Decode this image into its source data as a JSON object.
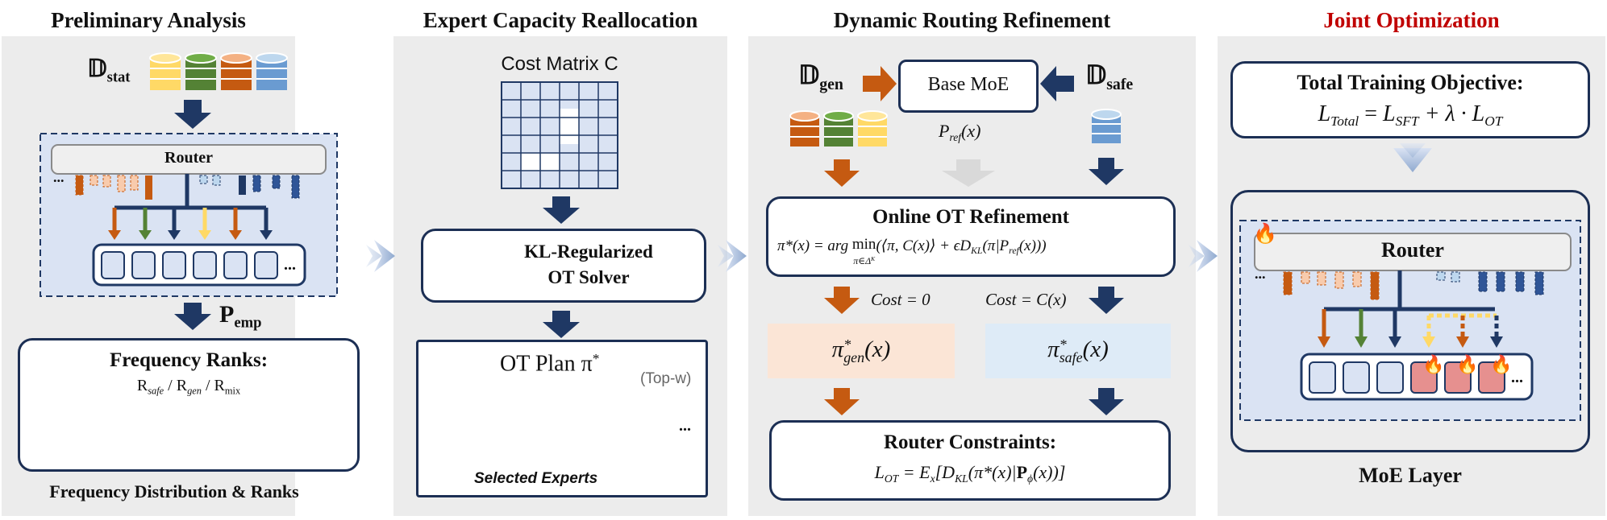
{
  "colors": {
    "navy": "#1c2f54",
    "arrow_navy": "#1f3864",
    "orange": "#c55a11",
    "green": "#548235",
    "yellow": "#ffd966",
    "blue_db": "#6a9bd1",
    "red_title": "#c00000",
    "panel_bg": "#ececec",
    "router_area": "#dae3f3",
    "expert_fill": "#dae3f3",
    "expert_selected": "#e6908f",
    "gen_box": "#fbe5d6",
    "safe_box": "#deebf7"
  },
  "panel1": {
    "title": "Preliminary Analysis",
    "d_stat": {
      "base": "𝔻",
      "sub": "stat"
    },
    "router_label": "Router",
    "dots": "...",
    "p_emp": {
      "base": "P",
      "sub": "emp"
    },
    "freq_title": "Frequency Ranks:",
    "freq_r": "R",
    "freq_safe": "safe",
    "freq_gen": "gen",
    "freq_mix": "mix",
    "freq_sep": " / ",
    "caption": "Frequency Distribution & Ranks"
  },
  "panel2": {
    "title": "Expert Capacity Reallocation",
    "cost_matrix_label": "Cost Matrix C",
    "solver_line1": "KL-Regularized",
    "solver_line2": "OT Solver",
    "plan_label": "OT Plan π",
    "plan_sup": "*",
    "plan_topw": "(Top-w)",
    "dots": "...",
    "selected_label": "Selected Experts"
  },
  "panel3": {
    "title": "Dynamic Routing Refinement",
    "d_gen": {
      "base": "𝔻",
      "sub": "gen"
    },
    "d_safe": {
      "base": "𝔻",
      "sub": "safe"
    },
    "base_moe": "Base MoE",
    "p_ref": "P",
    "p_ref_sub": "ref",
    "p_ref_arg": "(x)",
    "online_title": "Online OT Refinement",
    "online_formula_lhs": "π*(x) = arg",
    "online_formula_min": "min",
    "online_formula_under": "π∈Δ",
    "online_formula_under_sup": "K",
    "online_formula_rhs": "(⟨π, C(x)⟩ + ϵD",
    "online_formula_kl": "KL",
    "online_formula_tail": "(π|P",
    "online_formula_ref": "ref",
    "online_formula_end": "(x)))",
    "cost_zero": "Cost = 0",
    "cost_cx": "Cost = C(x)",
    "pi_gen": "π",
    "pi_gen_sub": "gen",
    "pi_safe": "π",
    "pi_safe_sub": "safe",
    "pi_sup": "*",
    "pi_arg": "(x)",
    "constraints_title": "Router Constraints:",
    "lot": "L",
    "lot_sub": "OT",
    "lot_eq": " = E",
    "lot_ex": "x",
    "lot_body": "[D",
    "lot_kl": "KL",
    "lot_mid": "(π*(x)|",
    "lot_p": "P",
    "lot_phi": "ϕ",
    "lot_end": "(x))]"
  },
  "panel4": {
    "title": "Joint Optimization",
    "objective_title": "Total Training Objective:",
    "l": "L",
    "total_sub": "Total",
    "sft_sub": "SFT",
    "ot_sub": "OT",
    "eq": " = ",
    "plus_lambda": " + λ · ",
    "router_label": "Router",
    "dots": "...",
    "fire": "🔥",
    "caption": "MoE Layer"
  }
}
